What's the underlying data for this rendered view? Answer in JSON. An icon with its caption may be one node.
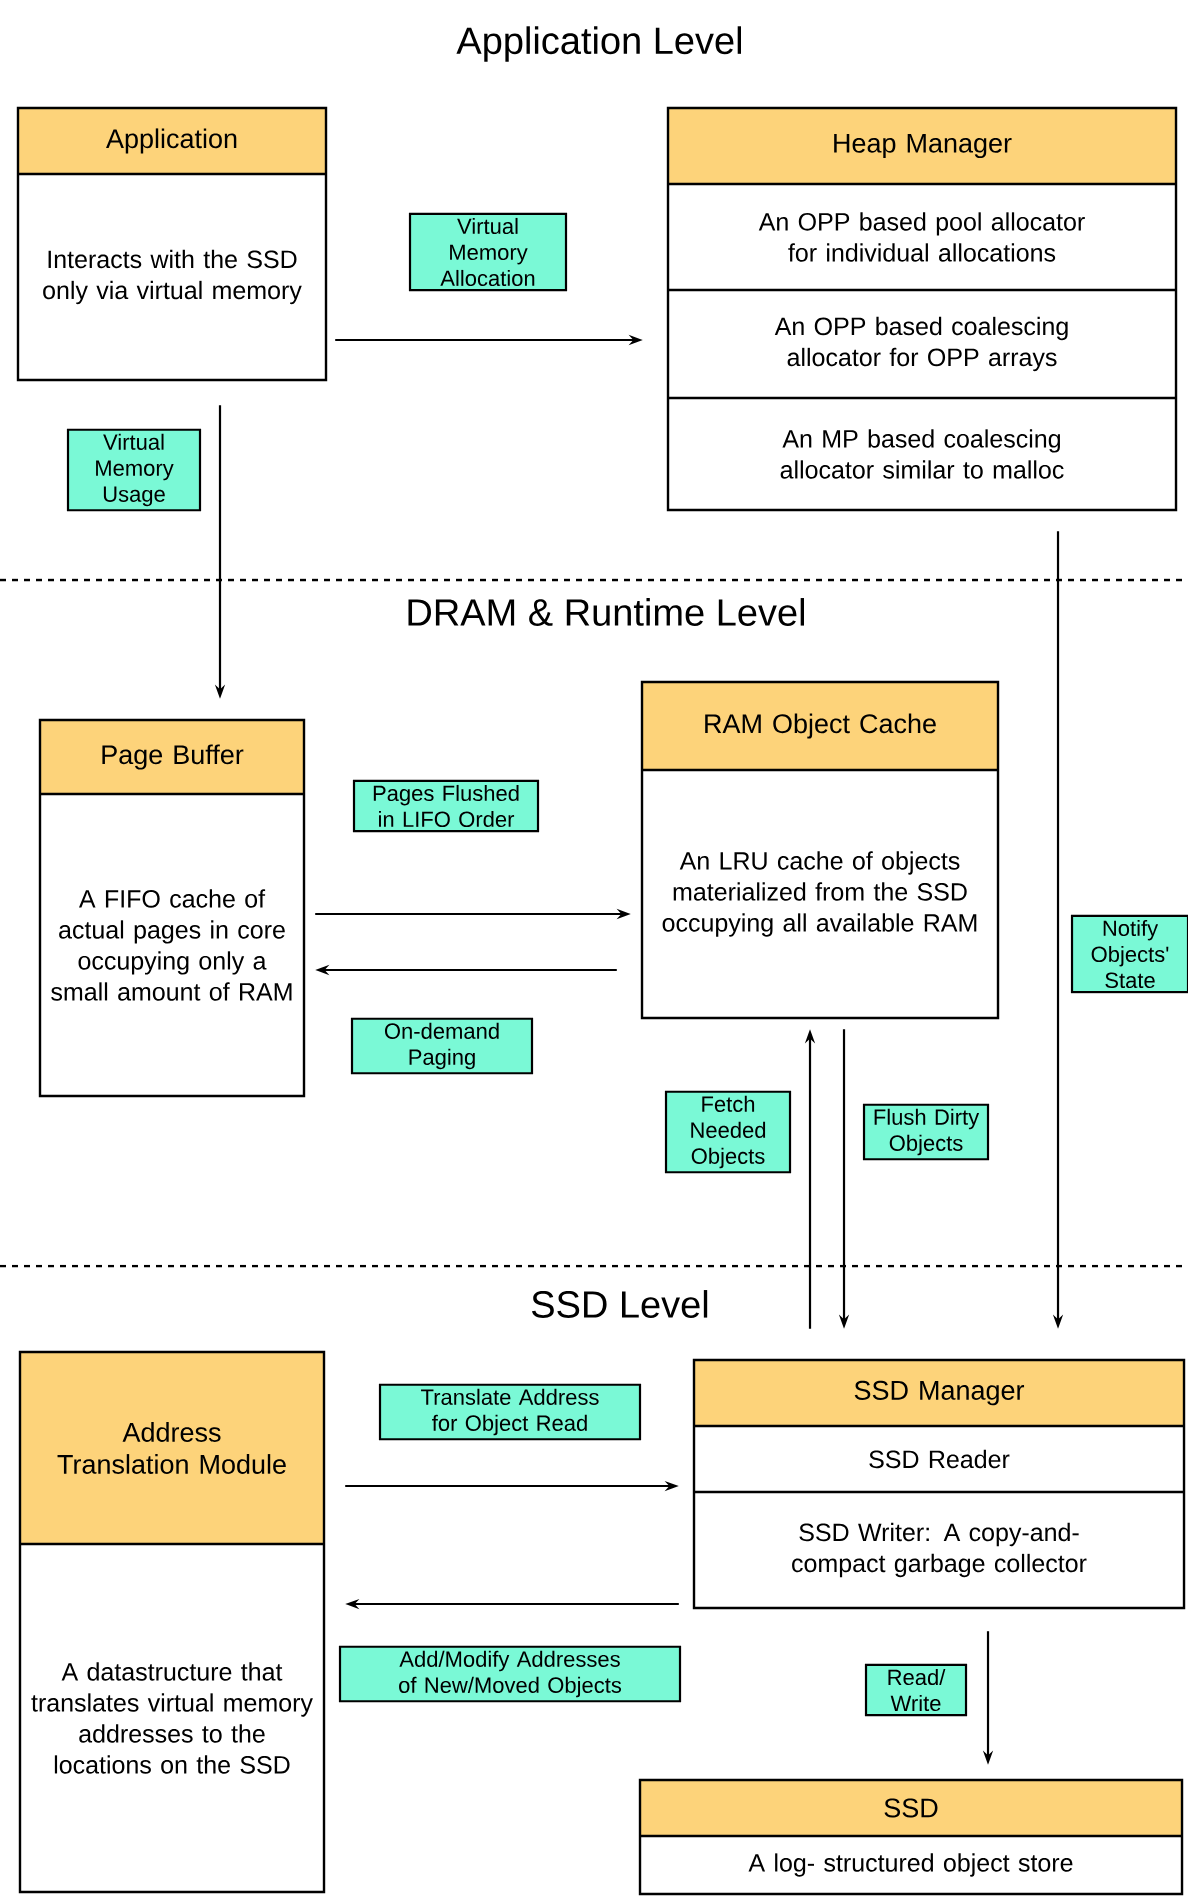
{
  "diagram": {
    "nodes": [
      {
        "text": [
          "Application",
          "Interacts with the SSD only via virtual memory"
        ]
      },
      {
        "text": [
          "Heap Manager",
          "An OPP based pool allocator for individual allocations",
          "An OPP based coalescing allocator for OPP arrays",
          "An MP based coalescing allocator similar to malloc"
        ]
      },
      {
        "text": [
          "Page Buffer",
          "A FIFO cache of actual pages in core occupying only a small amount of RAM"
        ]
      },
      {
        "text": [
          "RAM Object Cache",
          "An LRU cache of objects materialized from the SSD occupying all available RAM"
        ]
      },
      {
        "text": [
          "Address Translation Module",
          "A datastructure that translates virtual memory addresses to the locations on the SSD"
        ]
      },
      {
        "text": [
          "SSD Manager",
          "SSD Reader",
          "SSD Writer: A copy-and-compact garbage collector"
        ]
      },
      {
        "text": [
          "SSD",
          "A log- structured object store"
        ]
      }
    ],
    "edges": [
      {
        "from": 0,
        "to": 1,
        "arrow": "to",
        "label": "Virtual Memory Allocation"
      },
      {
        "from": 0,
        "to": 2,
        "arrow": "to",
        "label": "Virtual Memory Usage"
      },
      {
        "from": 2,
        "to": 3,
        "arrow": "to",
        "label": "Pages Flushed in LIFO Order"
      },
      {
        "from": 3,
        "to": 2,
        "arrow": "to",
        "label": "On-demand Paging"
      },
      {
        "from": 5,
        "to": 3,
        "arrow": "to",
        "label": "Fetch Needed Objects"
      },
      {
        "from": 3,
        "to": 5,
        "arrow": "to",
        "label": "Flush Dirty Objects"
      },
      {
        "from": 1,
        "to": 5,
        "arrow": "to",
        "label": "Notify Objects' State"
      },
      {
        "from": 4,
        "to": 5,
        "arrow": "to",
        "label": "Translate Address for Object Read"
      },
      {
        "from": 5,
        "to": 4,
        "arrow": "to",
        "label": "Add/Modify Addresses of New/Moved Objects"
      },
      {
        "from": 5,
        "to": 6,
        "arrow": "to",
        "label": "Read/ Write"
      }
    ],
    "labels": [
      "Application Level",
      "DRAM & Runtime Level",
      "SSD Level"
    ]
  }
}
